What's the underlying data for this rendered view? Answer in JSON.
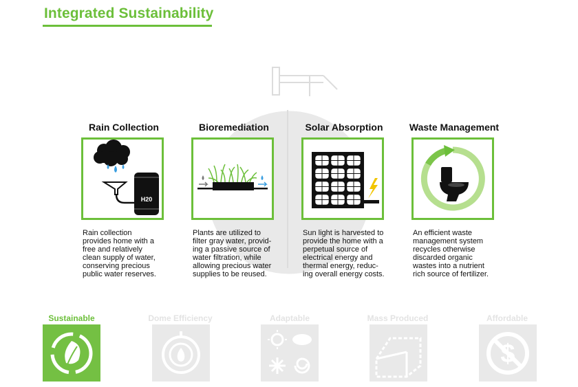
{
  "page": {
    "title": "Integrated Sustainability"
  },
  "features": [
    {
      "heading": "Rain Collection",
      "icon": "rain-barrel-icon",
      "barrel_label": "H20",
      "description": [
        "Rain collection",
        "provides home with a",
        "free and relatively",
        "clean supply of water,",
        "conserving precious",
        "public water reserves."
      ]
    },
    {
      "heading": "Bioremediation",
      "icon": "plant-filter-icon",
      "description": [
        "Plants are utilized to",
        "filter gray water, provid-",
        "ing a passive source of",
        "water filtration, while",
        "allowing precious water",
        "supplies to be reused."
      ]
    },
    {
      "heading": "Solar Absorption",
      "icon": "solar-panel-icon",
      "description": [
        "Sun light is harvested to",
        "provide the home with a",
        "perpetual source of",
        "electrical energy and",
        "thermal energy, reduc-",
        "ing overall energy costs."
      ]
    },
    {
      "heading": "Waste Management",
      "icon": "recycle-toilet-icon",
      "description": [
        "An efficient waste",
        "management system",
        "recycles otherwise",
        "discarded organic",
        "wastes into a nutrient",
        "rich source of fertilizer."
      ]
    }
  ],
  "tabs": [
    {
      "label": "Sustainable",
      "icon": "leaf-recycle-icon",
      "active": true
    },
    {
      "label": "Dome Efficiency",
      "icon": "dome-flame-icon",
      "active": false
    },
    {
      "label": "Adaptable",
      "icon": "weather-icon",
      "active": false
    },
    {
      "label": "Mass Produced",
      "icon": "container-icon",
      "active": false
    },
    {
      "label": "Affordable",
      "icon": "no-dollar-icon",
      "active": false
    }
  ],
  "colors": {
    "accent": "#6cbf3a",
    "active_tile": "#74c043",
    "inactive": "#e9e9e9",
    "water": "#3a9ee0",
    "bolt": "#f2c500"
  }
}
